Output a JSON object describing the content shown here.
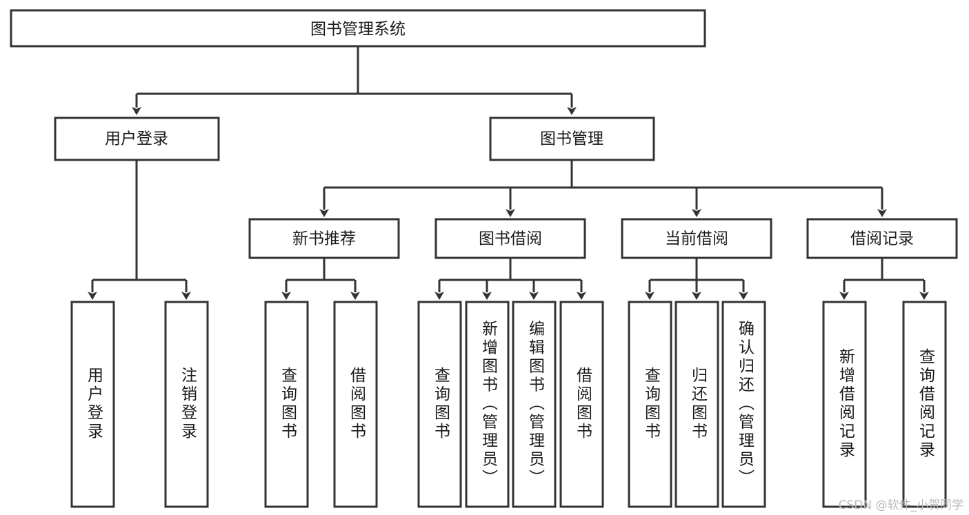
{
  "diagram": {
    "title": "图书管理系统",
    "type": "hierarchy-tree",
    "root": {
      "id": "root",
      "label": "图书管理系统"
    },
    "level2": [
      {
        "id": "user-login",
        "label": "用户登录"
      },
      {
        "id": "book-manage",
        "label": "图书管理"
      }
    ],
    "level3": [
      {
        "id": "new-book-recommend",
        "label": "新书推荐",
        "parent": "book-manage"
      },
      {
        "id": "book-borrow",
        "label": "图书借阅",
        "parent": "book-manage"
      },
      {
        "id": "current-borrow",
        "label": "当前借阅",
        "parent": "book-manage"
      },
      {
        "id": "borrow-record",
        "label": "借阅记录",
        "parent": "book-manage"
      }
    ],
    "leaves": [
      {
        "id": "leaf-user-login",
        "label": "用户登录",
        "parent": "user-login"
      },
      {
        "id": "leaf-logout-login",
        "label": "注销登录",
        "parent": "user-login"
      },
      {
        "id": "leaf-query-book-1",
        "label": "查询图书",
        "parent": "new-book-recommend"
      },
      {
        "id": "leaf-borrow-book-1",
        "label": "借阅图书",
        "parent": "new-book-recommend"
      },
      {
        "id": "leaf-query-book-2",
        "label": "查询图书",
        "parent": "book-borrow"
      },
      {
        "id": "leaf-add-book-admin",
        "label": "新增图书（管理员）",
        "parent": "book-borrow"
      },
      {
        "id": "leaf-edit-book-admin",
        "label": "编辑图书（管理员）",
        "parent": "book-borrow"
      },
      {
        "id": "leaf-borrow-book-2",
        "label": "借阅图书",
        "parent": "book-borrow"
      },
      {
        "id": "leaf-query-book-3",
        "label": "查询图书",
        "parent": "current-borrow"
      },
      {
        "id": "leaf-return-book",
        "label": "归还图书",
        "parent": "current-borrow"
      },
      {
        "id": "leaf-confirm-return-admin",
        "label": "确认归还（管理员）",
        "parent": "current-borrow"
      },
      {
        "id": "leaf-add-borrow-record",
        "label": "新增借阅记录",
        "parent": "borrow-record"
      },
      {
        "id": "leaf-query-borrow-record",
        "label": "查询借阅记录",
        "parent": "borrow-record"
      }
    ]
  },
  "watermark": {
    "text": "CSDN @软件_小贺同学"
  },
  "colors": {
    "stroke": "#333333",
    "fill": "#ffffff",
    "text": "#1a1a1a",
    "watermark": "#b9b9b9"
  }
}
